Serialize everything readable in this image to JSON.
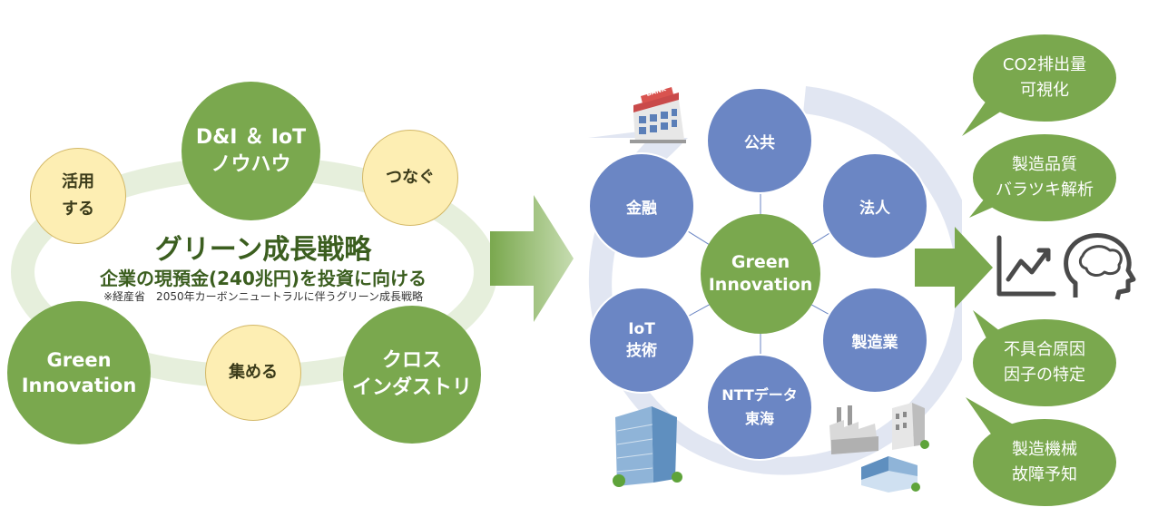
{
  "left": {
    "title": "グリーン成長戦略",
    "subtitle": "企業の現預金(240兆円)を投資に向ける",
    "note": "※経産省　2050年カーボンニュートラルに伴うグリーン成長戦略",
    "top_circle": {
      "line1": "D&I ＆ IoT",
      "line2": "ノウハウ"
    },
    "left_circle": {
      "line1": "Green",
      "line2": "Innovation"
    },
    "right_circle": {
      "line1": "クロス",
      "line2": "インダストリ"
    },
    "small_circles": {
      "use": {
        "line1": "活用",
        "line2": "する"
      },
      "connect": "つなぐ",
      "gather": "集める"
    }
  },
  "hub": {
    "center": {
      "line1": "Green",
      "line2": "Innovation"
    },
    "nodes": {
      "public": "公共",
      "corporate": "法人",
      "manufacturing": "製造業",
      "ntt": {
        "line1": "NTTデータ",
        "line2": "東海"
      },
      "iot": {
        "line1": "IoT",
        "line2": "技術"
      },
      "finance": "金融"
    },
    "bank_sign": "BANK"
  },
  "outcomes": [
    {
      "line1": "CO2排出量",
      "line2": "可視化"
    },
    {
      "line1": "製造品質",
      "line2": "バラツキ解析"
    },
    {
      "line1": "不具合原因",
      "line2": "因子の特定"
    },
    {
      "line1": "製造機械",
      "line2": "故障予知"
    }
  ],
  "colors": {
    "green": "#7aa84e",
    "cream": "#fdeeb3",
    "blue": "#6b86c4",
    "ring": "#e1e6f2",
    "ellipse": "#e6efdc"
  },
  "icons": [
    "bank-building-icon",
    "office-tower-icon",
    "factory-icon",
    "warehouse-icon",
    "upward-chart-icon",
    "brain-head-icon"
  ]
}
